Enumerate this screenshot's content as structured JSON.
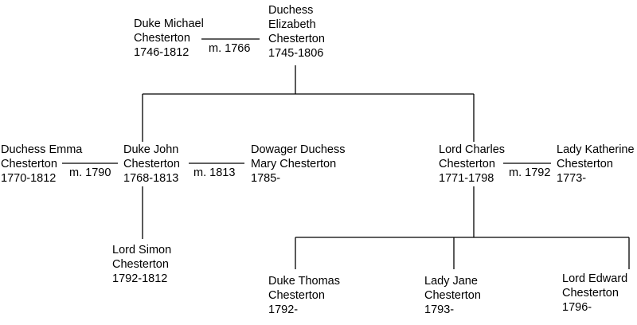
{
  "people": {
    "michael": {
      "lines": [
        "Duke Michael",
        "Chesterton",
        "1746-1812"
      ]
    },
    "elizabeth": {
      "lines": [
        "Duchess",
        "Elizabeth",
        "Chesterton",
        "1745-1806"
      ]
    },
    "emma": {
      "lines": [
        "Duchess Emma",
        "Chesterton",
        "1770-1812"
      ]
    },
    "john": {
      "lines": [
        "Duke John",
        "Chesterton",
        "1768-1813"
      ]
    },
    "mary": {
      "lines": [
        "Dowager Duchess",
        "Mary Chesterton",
        "1785-"
      ]
    },
    "charles": {
      "lines": [
        "Lord Charles",
        "Chesterton",
        "1771-1798"
      ]
    },
    "katherine": {
      "lines": [
        "Lady Katherine",
        "Chesterton",
        "1773-"
      ]
    },
    "simon": {
      "lines": [
        "Lord Simon",
        "Chesterton",
        "1792-1812"
      ]
    },
    "thomas": {
      "lines": [
        "Duke Thomas",
        "Chesterton",
        "1792-"
      ]
    },
    "jane": {
      "lines": [
        "Lady Jane",
        "Chesterton",
        "1793-"
      ]
    },
    "edward": {
      "lines": [
        "Lord Edward",
        "Chesterton",
        "1796-"
      ]
    }
  },
  "marriages": {
    "michael_elizabeth": "m. 1766",
    "emma_john": "m. 1790",
    "john_mary": "m. 1813",
    "charles_katherine": "m. 1792"
  },
  "line_color": "#000000"
}
